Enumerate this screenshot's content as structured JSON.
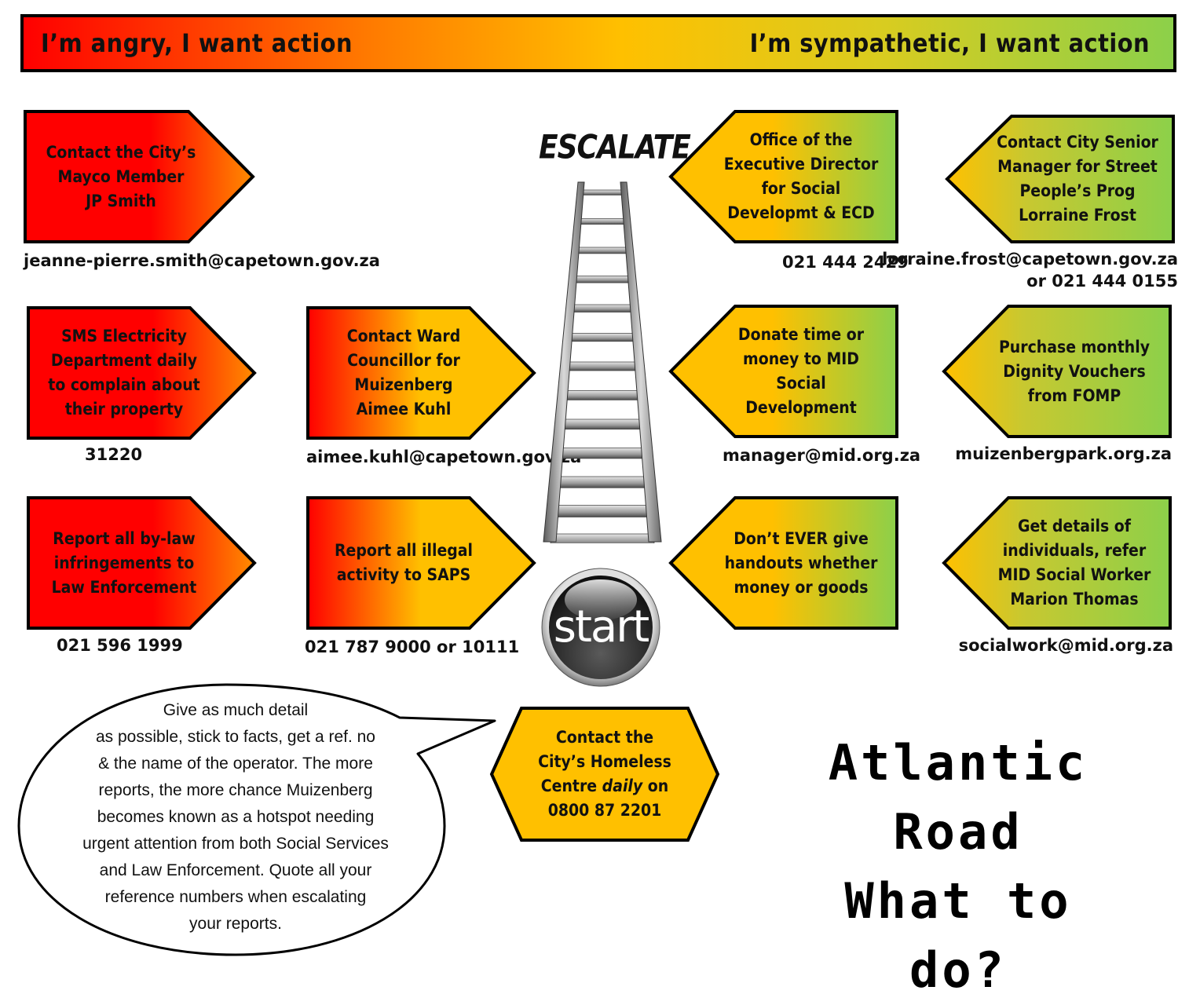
{
  "header": {
    "left": "I’m angry, I want action",
    "right": "I’m sympathetic, I want action"
  },
  "escalate_label": "ESCALATE",
  "start_label": "start",
  "title": {
    "line1": "Atlantic Road",
    "line2": "What to do?"
  },
  "colors": {
    "red": "#ff0000",
    "orange": "#ff8c00",
    "amber": "#ffc000",
    "green": "#8cd04a",
    "border": "#000000"
  },
  "nodes": {
    "mayco": {
      "lines": [
        "Contact the City’s",
        "Mayco Member",
        "JP Smith"
      ],
      "contact": [
        "jeanne-pierre.smith@capetown.gov.za"
      ]
    },
    "sms": {
      "lines": [
        "SMS Electricity",
        "Department daily",
        "to complain about",
        "their property"
      ],
      "contact": [
        "31220"
      ]
    },
    "ward": {
      "lines": [
        "Contact Ward",
        "Councillor for",
        "Muizenberg",
        "Aimee Kuhl"
      ],
      "contact": [
        "aimee.kuhl@capetown.gov.za"
      ]
    },
    "bylaw": {
      "lines": [
        "Report all by-law",
        "infringements to",
        "Law Enforcement"
      ],
      "contact": [
        "021 596 1999"
      ]
    },
    "saps": {
      "lines": [
        "Report all illegal",
        "activity to SAPS"
      ],
      "contact": [
        "021 787 9000 or 10111"
      ]
    },
    "exec": {
      "lines": [
        "Office of the",
        "Executive Director",
        "for Social",
        "Developmt & ECD"
      ],
      "contact": [
        "021 444 2429"
      ]
    },
    "senior": {
      "lines": [
        "Contact City Senior",
        "Manager for Street",
        "People’s Prog",
        "Lorraine Frost"
      ],
      "contact": [
        "lorraine.frost@capetown.gov.za",
        "or 021 444 0155"
      ]
    },
    "donate": {
      "lines": [
        "Donate time or",
        "money to MID",
        "Social",
        "Development"
      ],
      "contact": [
        "manager@mid.org.za"
      ]
    },
    "vouchers": {
      "lines": [
        "Purchase monthly",
        "Dignity Vouchers",
        "from FOMP"
      ],
      "contact": [
        "muizenbergpark.org.za"
      ]
    },
    "handouts": {
      "lines": [
        "Don’t EVER give",
        "handouts whether",
        "money or goods"
      ],
      "contact": []
    },
    "socialworker": {
      "lines": [
        "Get details of",
        "individuals, refer",
        "MID Social Worker",
        "Marion Thomas"
      ],
      "contact": [
        "socialwork@mid.org.za"
      ]
    },
    "homeless": {
      "lines": [
        "Contact the",
        "City’s Homeless",
        "Centre daily on",
        "0800 87 2201"
      ],
      "contact": []
    }
  },
  "bubble_lines": [
    "Give as much detail",
    "as possible, stick to facts, get a ref. no",
    "& the name of the operator. The more",
    "reports, the more chance Muizenberg",
    "becomes known as a hotspot needing",
    "urgent attention from both Social Services",
    "and Law Enforcement. Quote all your",
    "reference numbers when escalating",
    "your reports."
  ]
}
